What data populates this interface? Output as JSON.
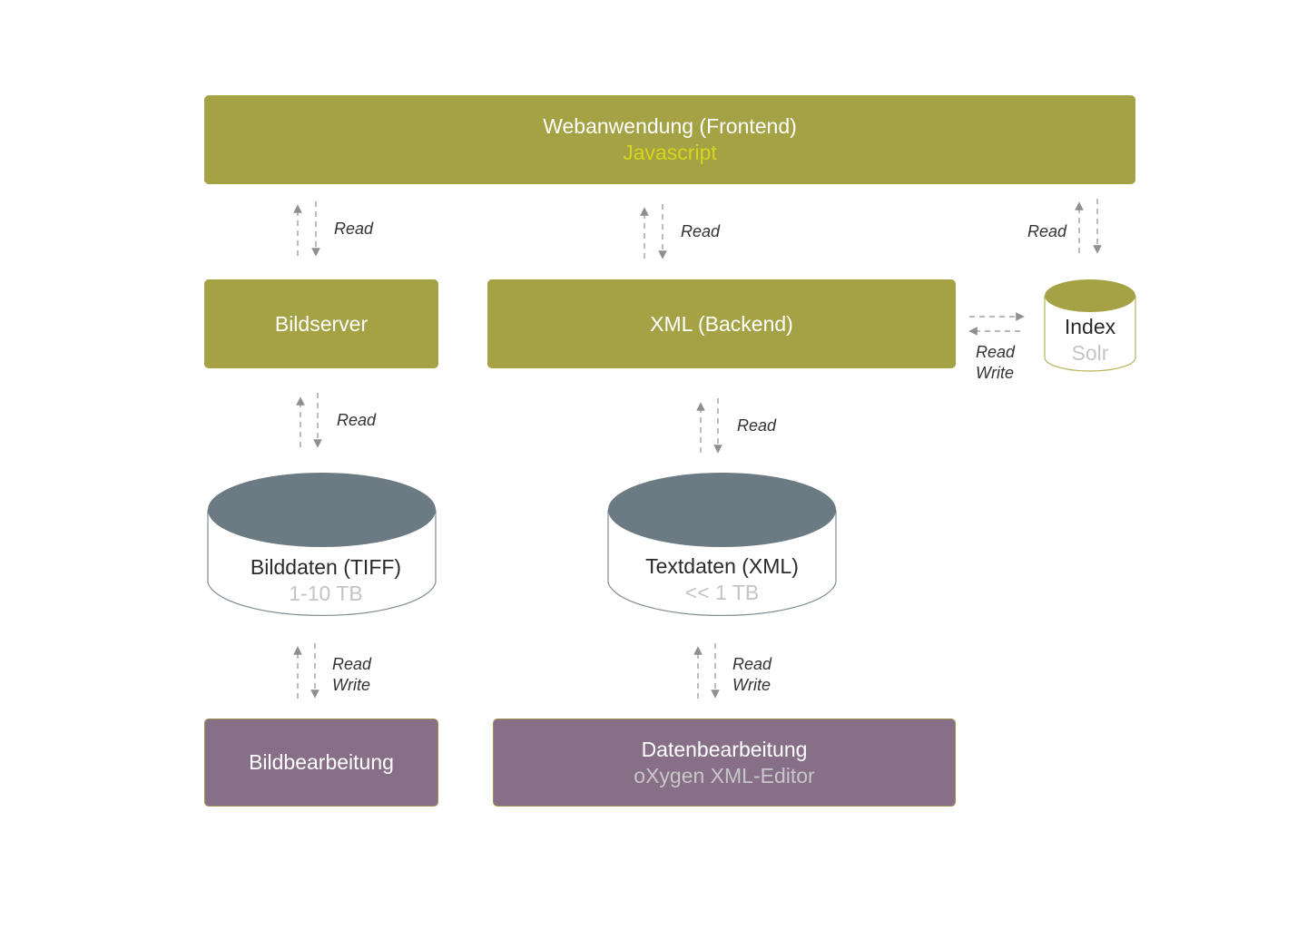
{
  "colors": {
    "component": "#a4a244",
    "tool": "#876f88",
    "storage_top": "#6b7a83",
    "accent_lime": "#d5d61c",
    "arrow": "#8f8f8f"
  },
  "nodes": {
    "frontend": {
      "title": "Webanwendung (Frontend)",
      "tech": "Javascript"
    },
    "imageserver": {
      "title": "Bildserver"
    },
    "backend": {
      "title": "XML (Backend)"
    },
    "index": {
      "title": "Index",
      "tech": "Solr"
    },
    "imagedata": {
      "title": "Bilddaten (TIFF)",
      "size": "1-10 TB"
    },
    "textdata": {
      "title": "Textdaten (XML)",
      "size": "<< 1 TB"
    },
    "imageediting": {
      "title": "Bildbearbeitung"
    },
    "dataediting": {
      "title": "Datenbearbeitung",
      "tool": "oXygen XML-Editor"
    }
  },
  "connections": {
    "frontend_imageserver": {
      "line1": "Read"
    },
    "frontend_backend": {
      "line1": "Read"
    },
    "frontend_index": {
      "line1": "Read"
    },
    "backend_index": {
      "line1": "Read",
      "line2": "Write"
    },
    "imageserver_imagedata": {
      "line1": "Read"
    },
    "backend_textdata": {
      "line1": "Read"
    },
    "imagedata_imageediting": {
      "line1": "Read",
      "line2": "Write"
    },
    "textdata_dataediting": {
      "line1": "Read",
      "line2": "Write"
    }
  }
}
